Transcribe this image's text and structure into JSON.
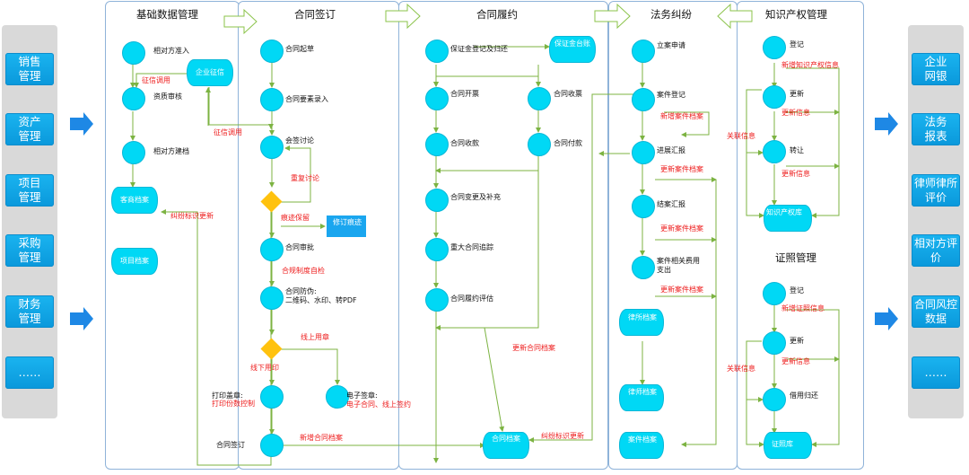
{
  "left_panel": {
    "items": [
      {
        "label": "销售\n管理"
      },
      {
        "label": "资产\n管理"
      },
      {
        "label": "项目\n管理"
      },
      {
        "label": "采购\n管理"
      },
      {
        "label": "财务\n管理"
      },
      {
        "label": "……"
      }
    ]
  },
  "right_panel": {
    "items": [
      {
        "label": "企业\n网银"
      },
      {
        "label": "法务\n报表"
      },
      {
        "label": "律师律所\n评价"
      },
      {
        "label": "相对方评\n价"
      },
      {
        "label": "合同风控\n数据"
      },
      {
        "label": "……"
      }
    ]
  },
  "lanes": {
    "basic": {
      "title": "基础数据管理",
      "nodes": {
        "admit": "相对方准入",
        "review": "资质审核",
        "archive": "相对方建档"
      },
      "db": {
        "credit": "企业征信",
        "client": "客商档案",
        "project": "项目档案"
      },
      "notes": {
        "credit_call_1": "征信调用",
        "credit_call_2": "征信调用",
        "dispute_update": "纠纷标识更新"
      }
    },
    "sign": {
      "title": "合同签订",
      "nodes": {
        "draft": "合同起草",
        "elements": "合同要素录入",
        "discuss": "会签讨论",
        "approve": "合同审批",
        "anti": "合同防伪:\n二维码、水印、转PDF",
        "print": "打印盖章:",
        "esign": "电子签章:",
        "signed": "合同签订"
      },
      "notes": {
        "rediscuss": "重复讨论",
        "revise_keep": "痕迹保留",
        "revise_doc": "修订痕迹",
        "selfcheck": "合规制度自检",
        "online": "线上用章",
        "offline": "线下用印",
        "print_ctrl": "打印份数控制",
        "esign_desc": "电子合同、线上签约",
        "new_archive": "新增合同档案"
      }
    },
    "perform": {
      "title": "合同履约",
      "nodes": {
        "deposit": "保证金登记及归还",
        "invoice": "合同开票",
        "receive_invoice": "合同收票",
        "collect": "合同收款",
        "pay": "合同付款",
        "change": "合同变更及补充",
        "track": "重大合同追踪",
        "evaluate": "合同履约评估"
      },
      "db": {
        "deposit_db": "保证金台账",
        "contract_db": "合同档案"
      },
      "notes": {
        "update_archive": "更新合同档案",
        "dispute_update": "纠纷标识更新"
      }
    },
    "legal": {
      "title": "法务纠纷",
      "nodes": {
        "file": "立案申请",
        "register": "案件登记",
        "progress": "进展汇报",
        "close": "结案汇报",
        "cost": "案件相关费用\n支出"
      },
      "db": {
        "lawyer_db": "律所档案",
        "lawyer_db2": "律师档案",
        "case_db": "案件档案"
      },
      "notes": {
        "n1": "新增案件档案",
        "n2": "更新案件档案",
        "n3": "更新案件档案",
        "n4": "更新案件档案"
      }
    },
    "ip": {
      "title": "知识产权管理",
      "nodes": {
        "reg": "登记",
        "upd": "更新",
        "transfer": "转让"
      },
      "db": {
        "ip_db": "知识产权库"
      },
      "notes": {
        "n1": "新增知识产权信息",
        "n2": "更新信息",
        "n3": "更新信息",
        "rel": "关联信息"
      },
      "cert_title": "证照管理",
      "cert_nodes": {
        "reg": "登记",
        "upd": "更新",
        "borrow": "借用归还"
      },
      "cert_db": {
        "db": "证照库"
      },
      "cert_notes": {
        "n1": "新增证照信息",
        "n2": "更新信息",
        "rel": "关联信息"
      }
    }
  },
  "colors": {
    "node": "#00d8f5",
    "accent": "#0ea5e9",
    "line": "#7cb342",
    "note": "#ee1c1c",
    "decision": "#ffc20e",
    "lane_border": "#8fb3d9"
  }
}
